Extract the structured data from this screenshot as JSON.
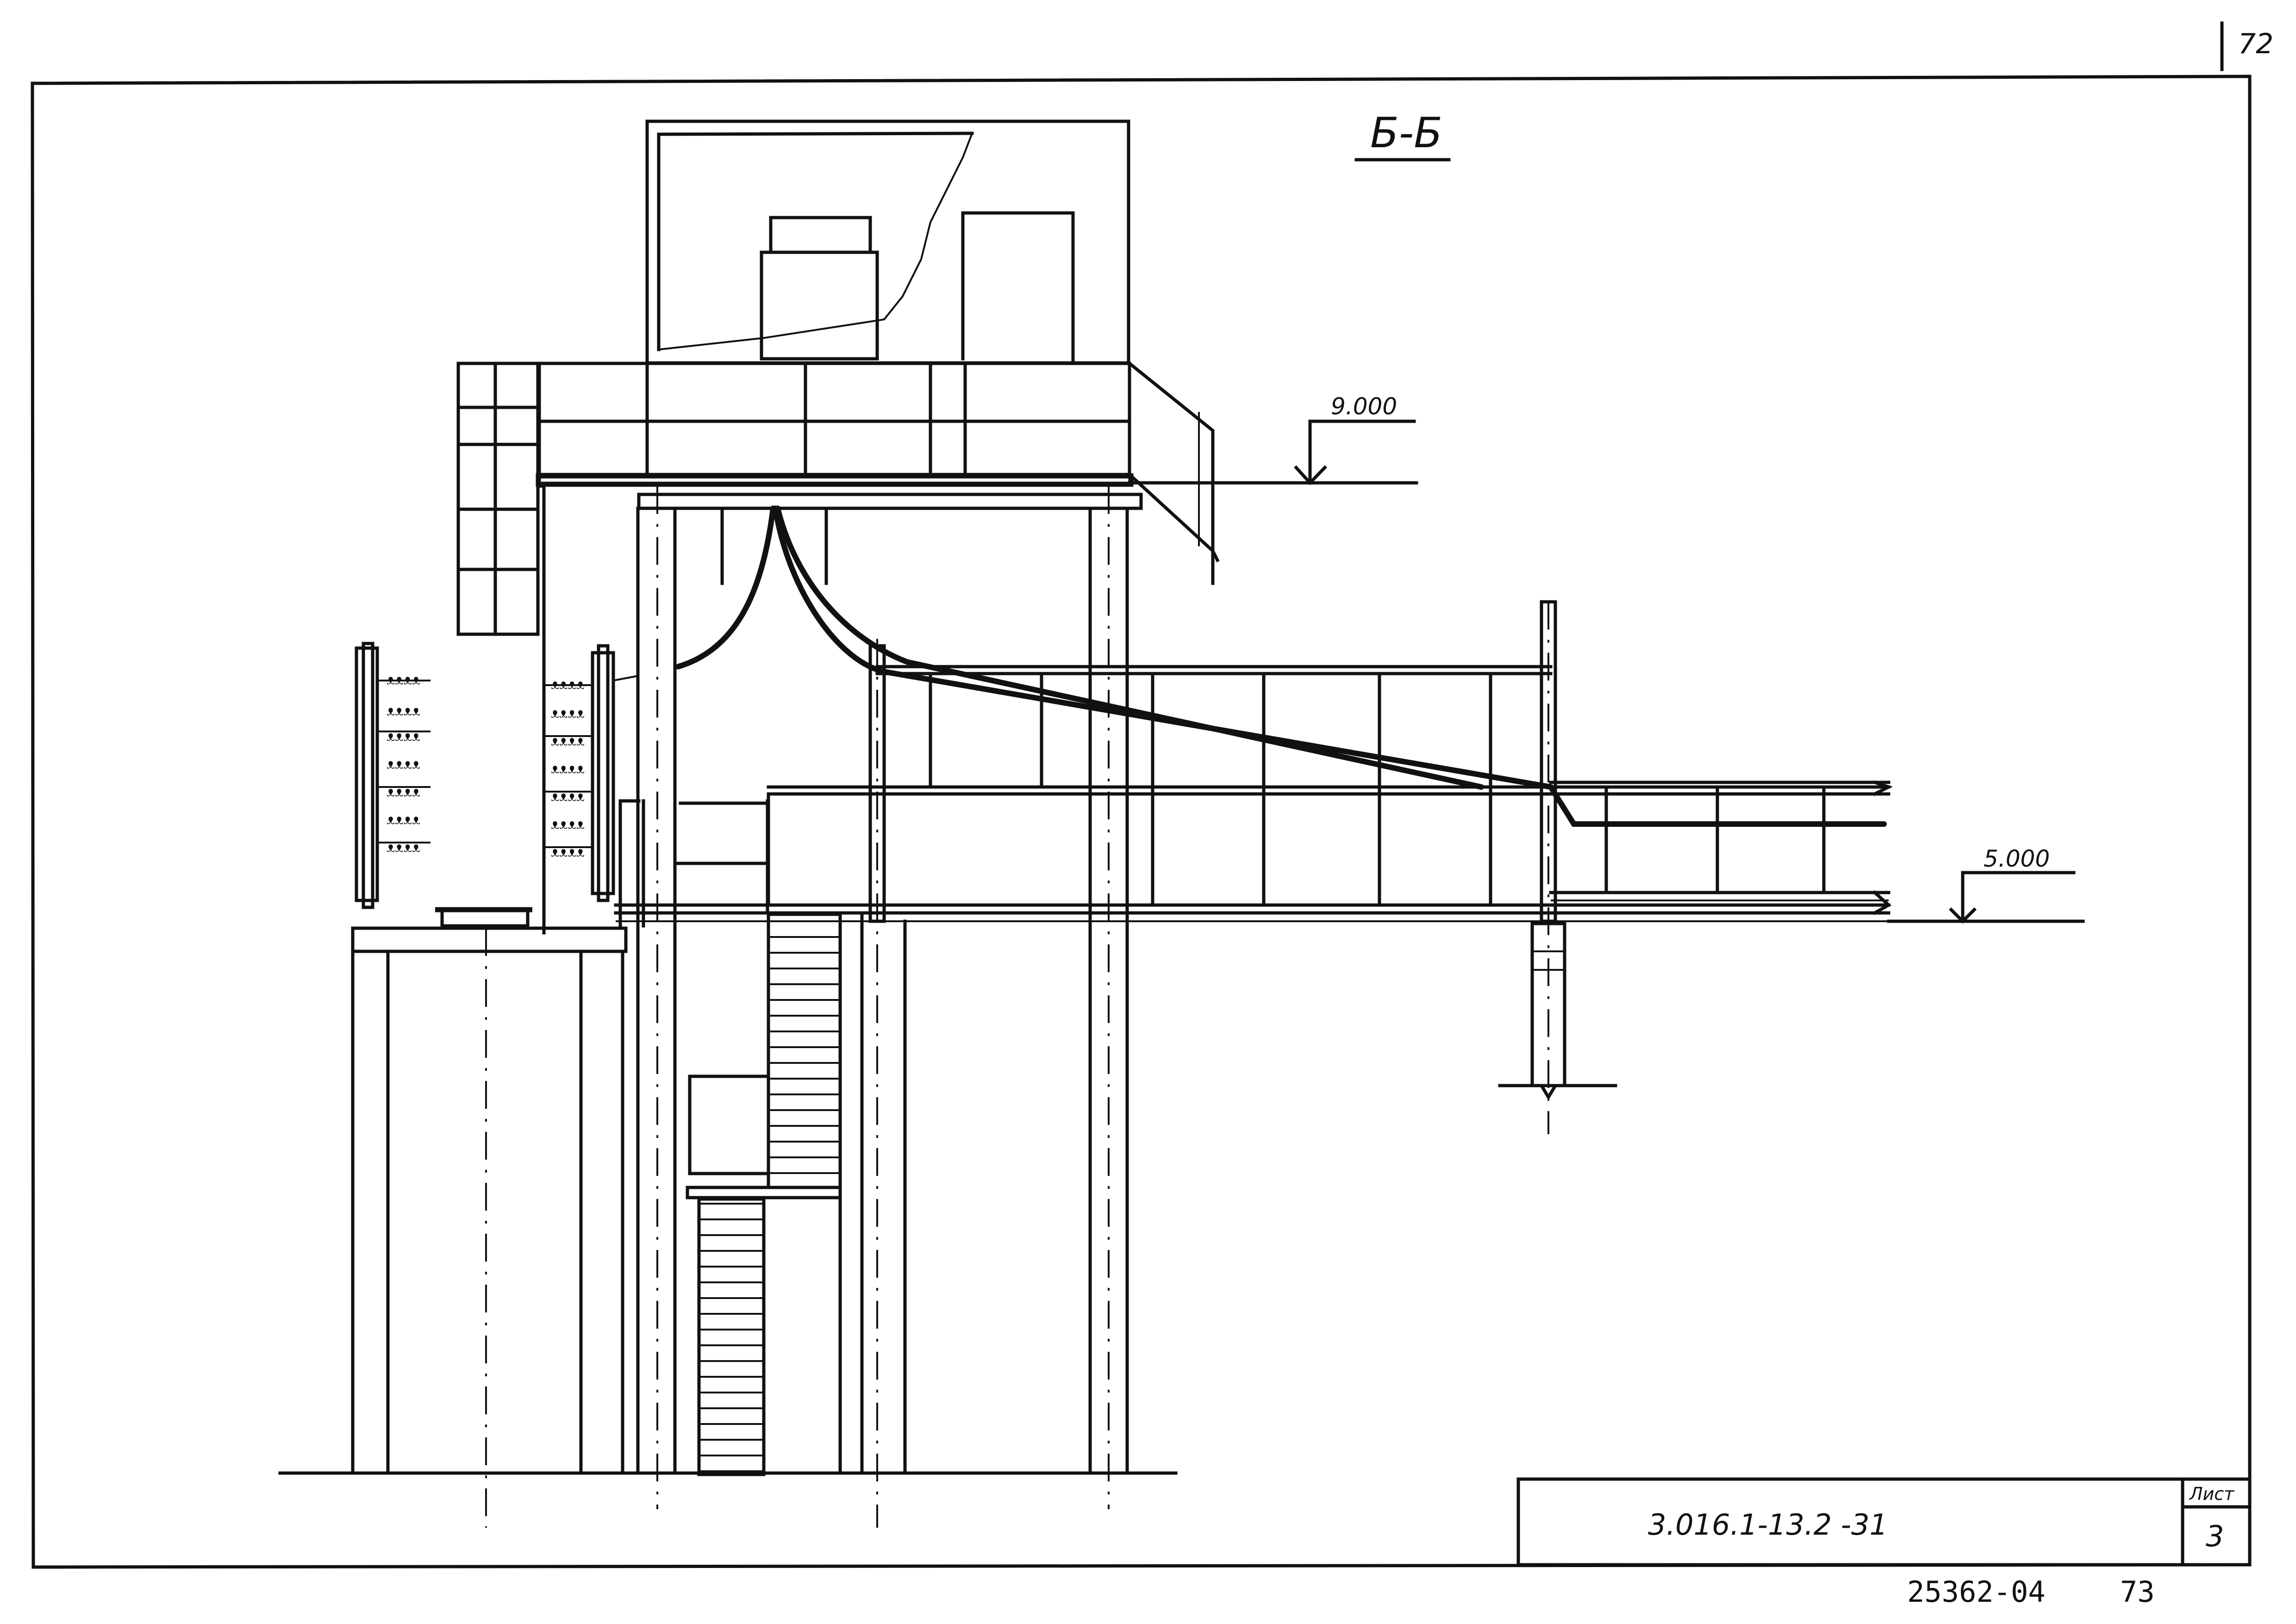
{
  "sheet": {
    "corner_number": "72",
    "section_label": "Б-Б",
    "level_upper": "9.000",
    "level_lower": "5.000",
    "designation": "3.016.1-13.2   -31",
    "sheet_word": "Лист",
    "sheet_number": "3",
    "archive_number": "25362-04",
    "page_number": "73"
  }
}
